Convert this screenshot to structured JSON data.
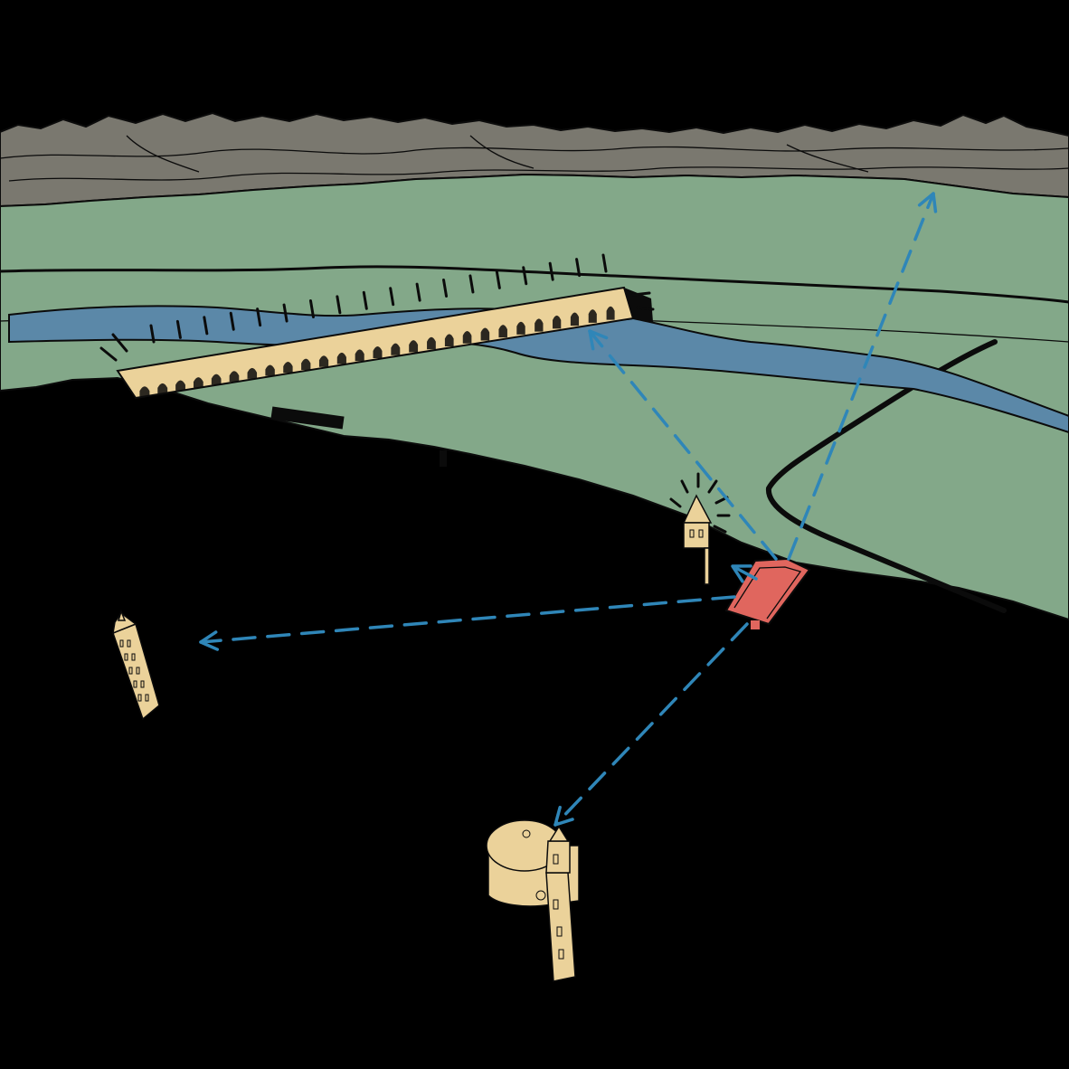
{
  "colors": {
    "background": "#000000",
    "sky": "#000000",
    "mountains": "#7a786f",
    "plain": "#83a889",
    "river": "#5b88a8",
    "monument": "#ebd29a",
    "viewpoint": "#e0665e",
    "sightline": "#2f86b8",
    "ink": "#0b0b0b"
  },
  "elements": {
    "mountains": "mountain-range",
    "plain": "green-plain",
    "river": "river",
    "aqueduct": "aqueduct",
    "small_tower": "small-tower",
    "left_tower": "tall-tower",
    "rotunda": "domed-church",
    "viewpoint": "viewpoint-platform"
  },
  "sightlines": [
    {
      "target": "mountains"
    },
    {
      "target": "aqueduct"
    },
    {
      "target": "small-tower"
    },
    {
      "target": "left-tower"
    },
    {
      "target": "domed-church"
    }
  ]
}
